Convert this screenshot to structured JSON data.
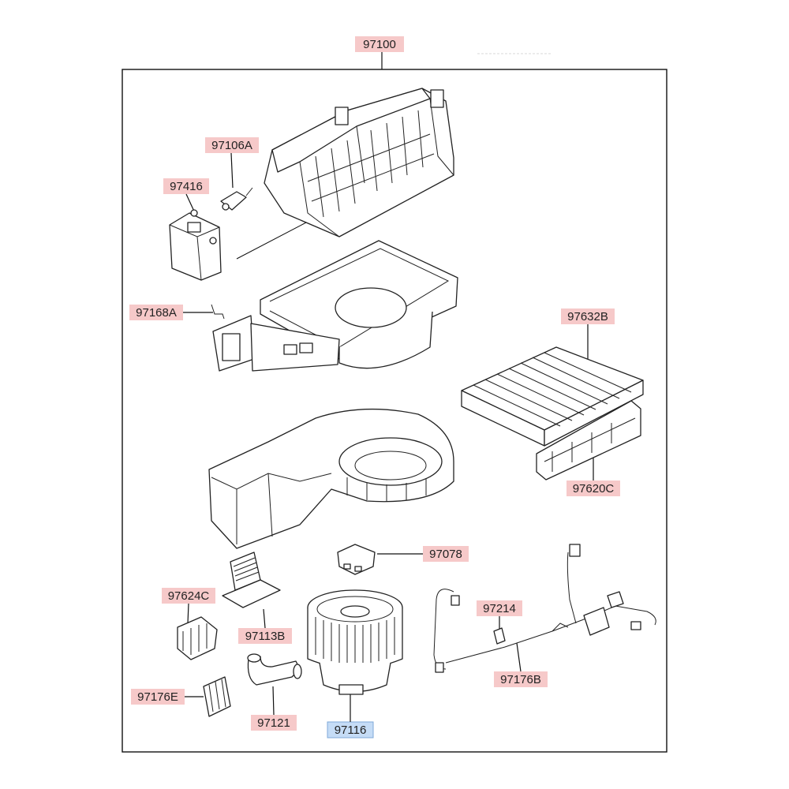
{
  "diagram": {
    "assembly_label": "97100",
    "labels": [
      {
        "id": "97106A",
        "text": "97106A",
        "highlight": "red"
      },
      {
        "id": "97416",
        "text": "97416",
        "highlight": "red"
      },
      {
        "id": "97168A",
        "text": "97168A",
        "highlight": "red"
      },
      {
        "id": "97632B",
        "text": "97632B",
        "highlight": "red"
      },
      {
        "id": "97620C",
        "text": "97620C",
        "highlight": "red"
      },
      {
        "id": "97078",
        "text": "97078",
        "highlight": "red"
      },
      {
        "id": "97624C",
        "text": "97624C",
        "highlight": "red"
      },
      {
        "id": "97214",
        "text": "97214",
        "highlight": "red"
      },
      {
        "id": "97113B",
        "text": "97113B",
        "highlight": "red"
      },
      {
        "id": "97176E",
        "text": "97176E",
        "highlight": "red"
      },
      {
        "id": "97121",
        "text": "97121",
        "highlight": "red"
      },
      {
        "id": "97116",
        "text": "97116",
        "highlight": "blue"
      },
      {
        "id": "97176B",
        "text": "97176B",
        "highlight": "red"
      }
    ]
  },
  "colors": {
    "highlight_red": "#f6c9c9",
    "highlight_blue": "#c5dcf6",
    "line": "#222222",
    "background": "#ffffff"
  }
}
